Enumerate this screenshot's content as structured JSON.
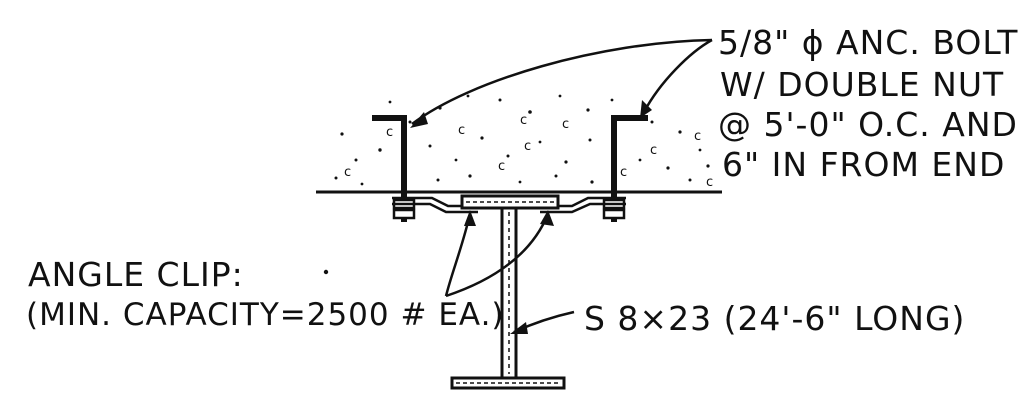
{
  "bolt_note": {
    "line1": "5/8\" ϕ ANC. BOLT",
    "line2": "W/ DOUBLE NUT",
    "line3": "@ 5'-0\" O.C. AND",
    "line4": "6\" IN FROM END"
  },
  "clip_note": {
    "line1": "ANGLE CLIP:",
    "line2": "(MIN. CAPACITY=2500 # EA.)"
  },
  "beam_note": {
    "text": "S 8×23 (24'-6\" LONG)"
  }
}
